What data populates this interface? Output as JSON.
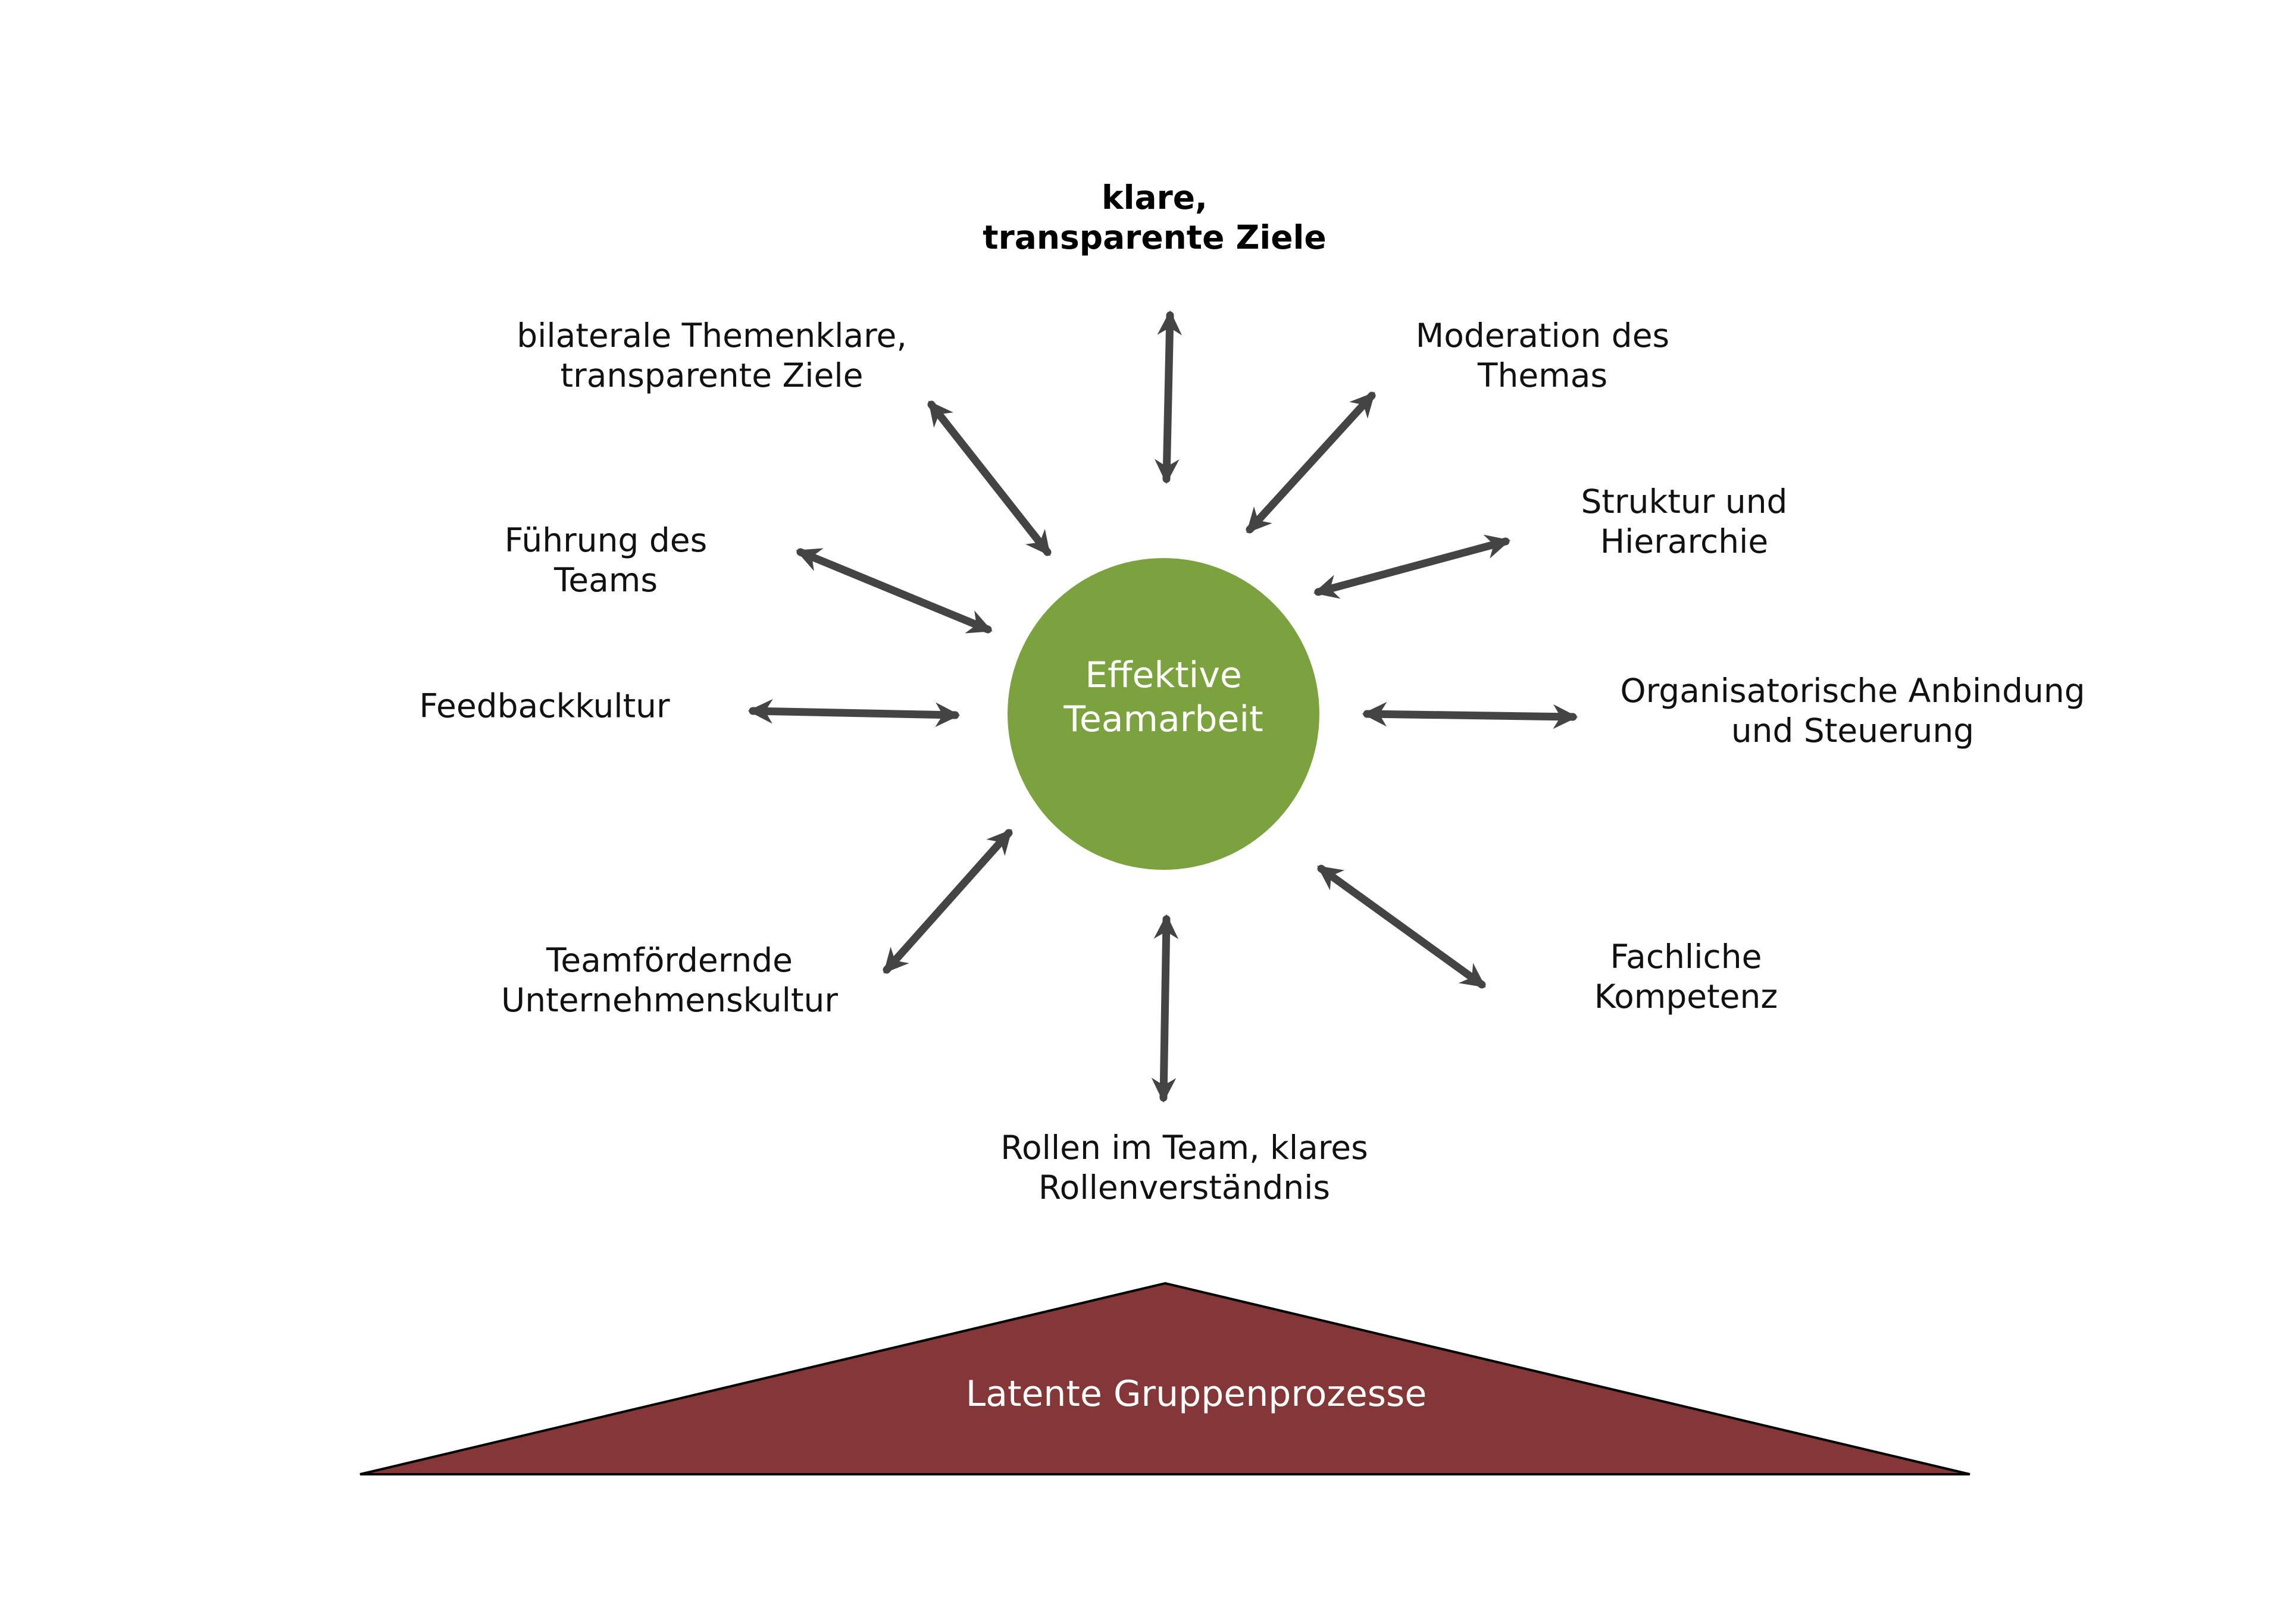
{
  "center": {
    "lines": [
      "Effektive",
      "Teamarbeit"
    ],
    "color": "#7ba23f"
  },
  "factors": [
    {
      "id": "ziele",
      "lines": [
        "klare,",
        "transparente Ziele"
      ],
      "bold": true
    },
    {
      "id": "moderation",
      "lines": [
        "Moderation des",
        "Themas"
      ],
      "bold": false
    },
    {
      "id": "struktur",
      "lines": [
        "Struktur und",
        "Hierarchie"
      ],
      "bold": false
    },
    {
      "id": "anbindung",
      "lines": [
        "Organisatorische Anbindung",
        "und Steuerung"
      ],
      "bold": false
    },
    {
      "id": "kompetenz",
      "lines": [
        "Fachliche",
        "Kompetenz"
      ],
      "bold": false
    },
    {
      "id": "rollen",
      "lines": [
        "Rollen im Team, klares",
        "Rollenverständnis"
      ],
      "bold": false
    },
    {
      "id": "kultur",
      "lines": [
        "Teamfördernde",
        "Unternehmenskultur"
      ],
      "bold": false
    },
    {
      "id": "feedback",
      "lines": [
        "Feedbackkultur"
      ],
      "bold": false
    },
    {
      "id": "fuehrung",
      "lines": [
        "Führung des",
        "Teams"
      ],
      "bold": false
    },
    {
      "id": "bilateral",
      "lines": [
        "bilaterale Themenklare,",
        "transparente Ziele"
      ],
      "bold": false
    }
  ],
  "base": {
    "text": "Latente Gruppenprozesse",
    "color": "#833737"
  },
  "arrow_color": "#444444"
}
